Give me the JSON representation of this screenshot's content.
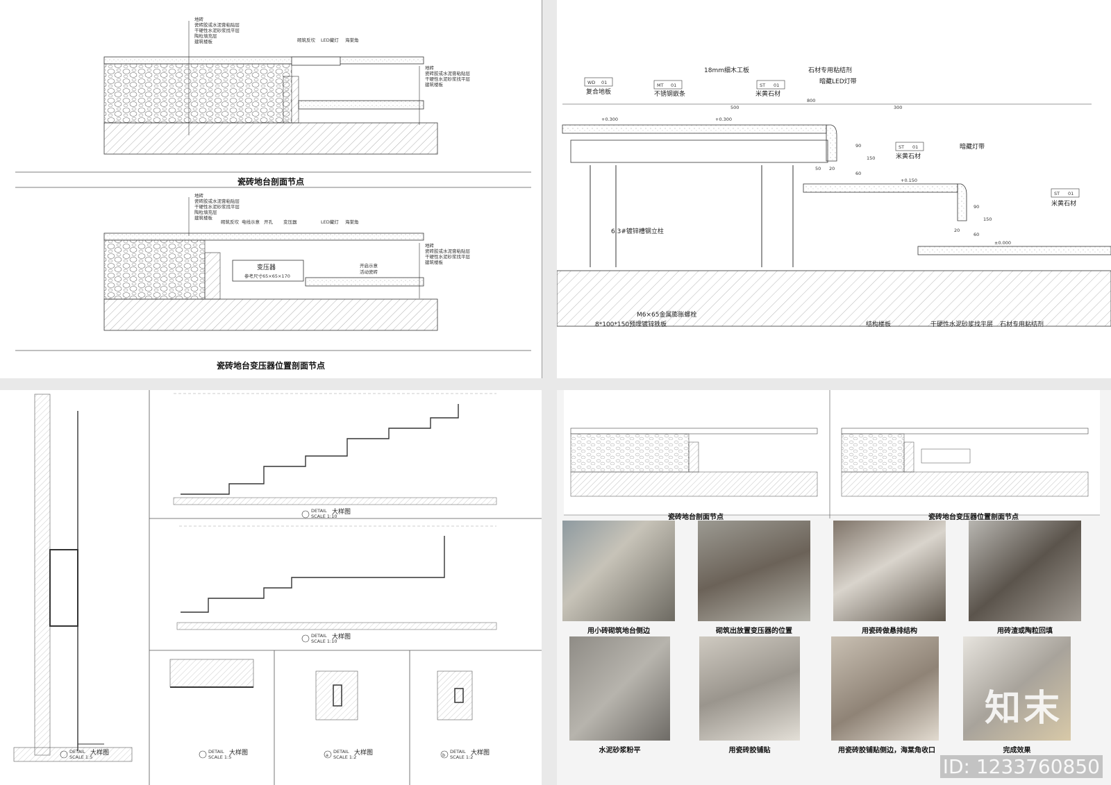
{
  "panel1": {
    "top_title": "瓷砖地台剖面节点",
    "bottom_title": "瓷砖地台变压器位置剖面节点",
    "layers_left": [
      "地砖",
      "瓷砖胶或水泥膏粘贴层",
      "干硬性水泥砂浆找平层",
      "陶粒填充层",
      "建筑楼板"
    ],
    "top_labels": [
      "砌筑反坎",
      "LED藏灯",
      "海棠角"
    ],
    "bottom_labels": [
      "砌筑反坎",
      "电线示意",
      "开孔",
      "变压器",
      "LED藏灯",
      "海棠角"
    ],
    "bottom_side": [
      "开启示意",
      "活动瓷砖"
    ],
    "transformer": "变压器",
    "transformer_size": "参考尺寸65×65×170"
  },
  "panel2": {
    "tags": [
      {
        "code": "WD",
        "num": "01",
        "name": "复合地板"
      },
      {
        "code": "MT",
        "num": "01",
        "name": "不锈钢嵌条"
      },
      {
        "code": "ST",
        "num": "01",
        "name": "米黄石材"
      },
      {
        "code": "ST",
        "num": "01",
        "name": "米黄石材"
      },
      {
        "code": "ST",
        "num": "01",
        "name": "米黄石材"
      }
    ],
    "labels": [
      "18mm细木工板",
      "石材专用粘结剂",
      "暗藏LED灯带",
      "暗藏灯带",
      "6.3#镀锌槽钢立柱",
      "M6×65金属膨胀螺栓",
      "8*100*150预埋镀锌铁板",
      "结构楼板",
      "干硬性水泥砂浆找平层",
      "石材专用粘结剂"
    ],
    "levels": [
      "+0.300",
      "+0.300",
      "+0.150",
      "±0.000"
    ],
    "dims": [
      "500",
      "800",
      "300",
      "90",
      "150",
      "60",
      "50",
      "20",
      "90",
      "150",
      "60",
      "20"
    ]
  },
  "panel3": {
    "detail_label": "DETAIL",
    "detail_title": "大样图",
    "scales": [
      "SCALE 1:10",
      "SCALE 1:10",
      "SCALE 1:5",
      "SCALE 1:5",
      "SCALE 1:2",
      "SCALE 1:2"
    ],
    "markers": [
      "a",
      "b"
    ]
  },
  "panel4": {
    "diagram_captions": [
      "瓷砖地台剖面节点",
      "瓷砖地台变压器位置剖面节点"
    ],
    "photo_captions": [
      "用小砖砌筑地台侧边",
      "砌筑出放置变压器的位置",
      "用瓷砖做悬排结构",
      "用砖渣或陶粒回填",
      "水泥砂浆粉平",
      "用瓷砖胶铺贴",
      "用瓷砖胶铺贴侧边，海棠角收口",
      "完成效果"
    ],
    "brand": "知末",
    "brand_id": "ID: 1233760850"
  }
}
